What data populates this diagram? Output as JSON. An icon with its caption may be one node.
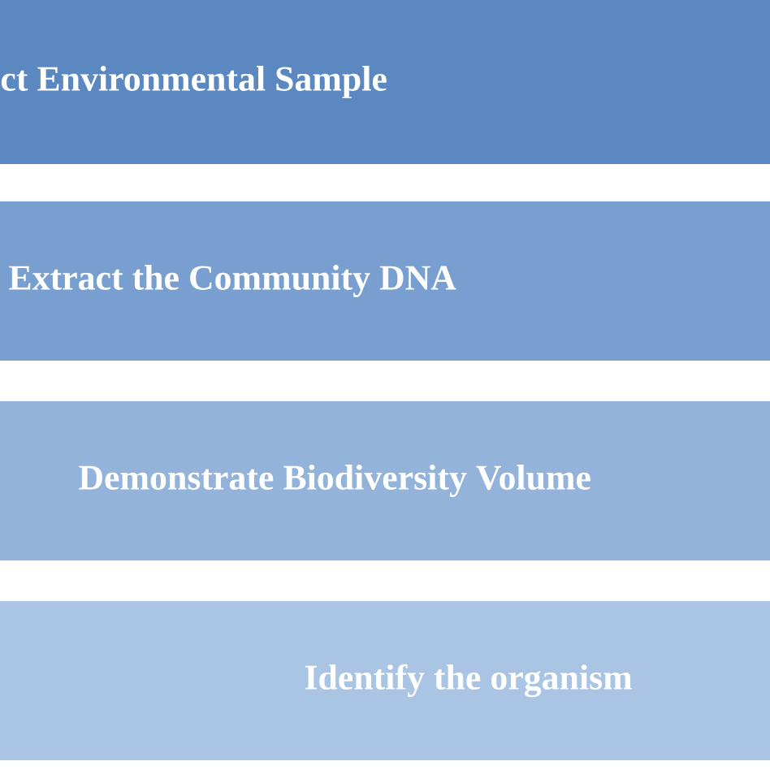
{
  "diagram": {
    "nodes": [
      {
        "text": [
          "ct Environmental Sample"
        ]
      },
      {
        "text": [
          "Extract the Community DNA"
        ]
      },
      {
        "text": [
          "Demonstrate Biodiversity Volume"
        ]
      },
      {
        "text": [
          "Identify the organism"
        ]
      }
    ]
  }
}
